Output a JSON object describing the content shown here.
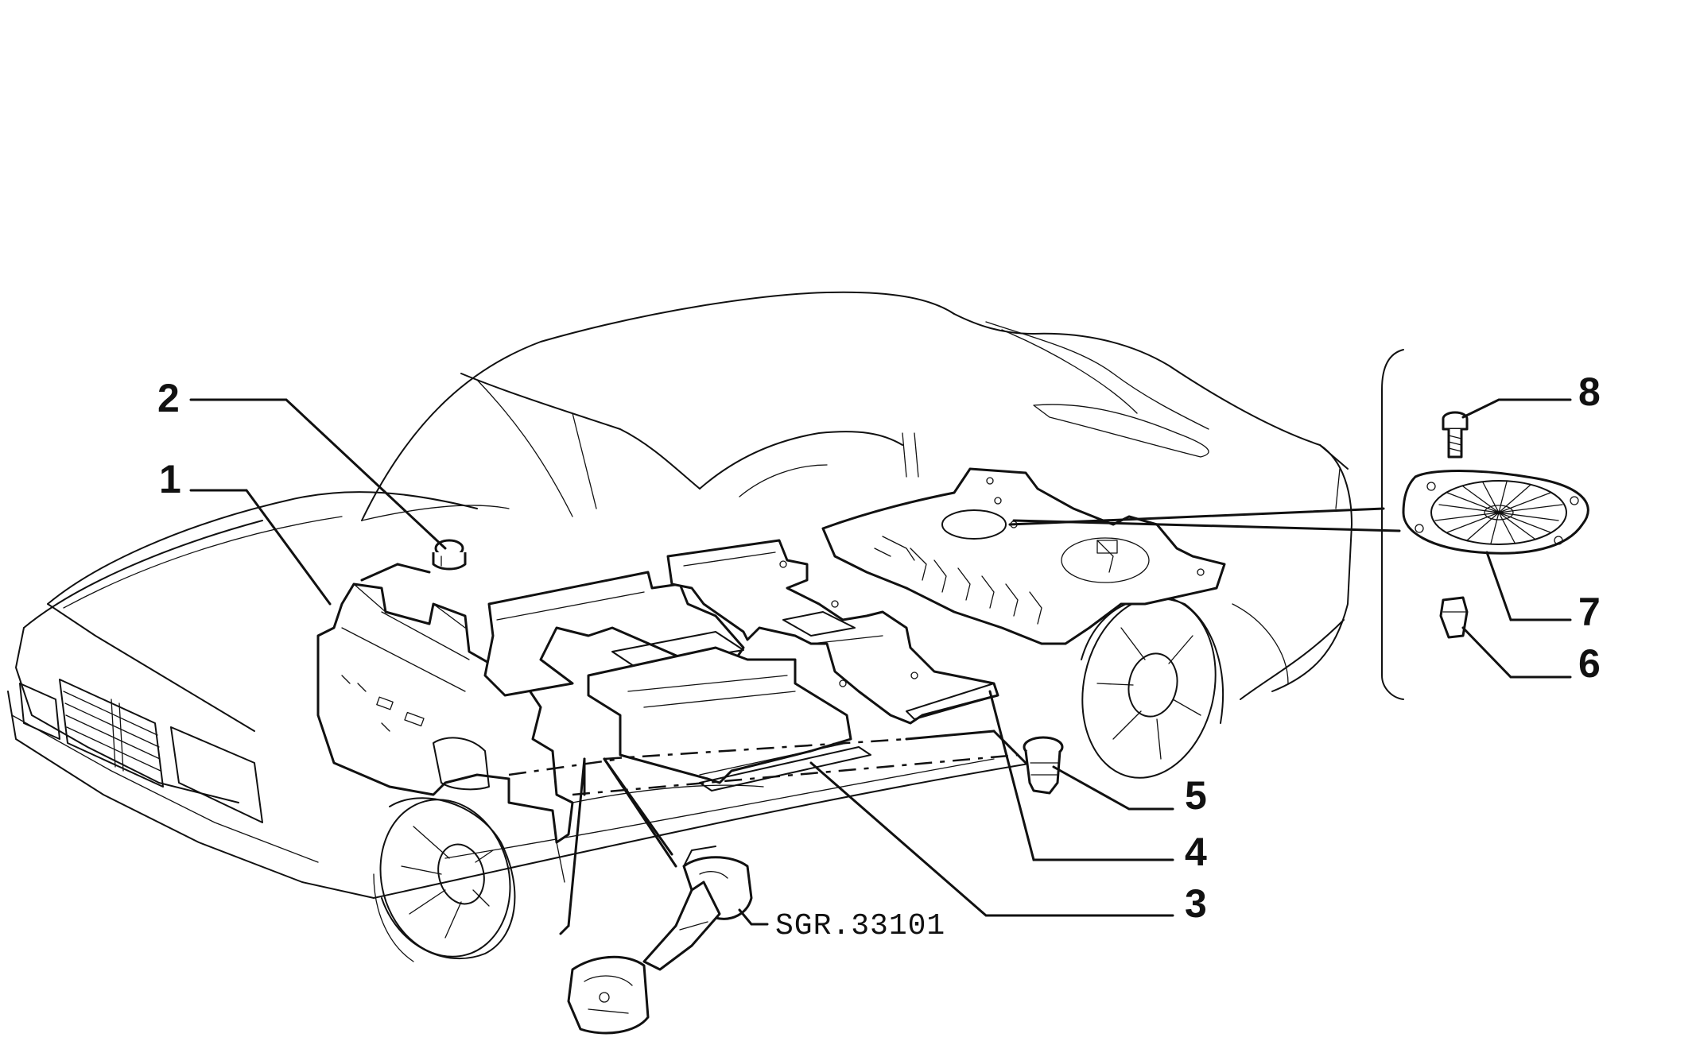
{
  "callouts": [
    {
      "id": "1",
      "label": "1"
    },
    {
      "id": "2",
      "label": "2"
    },
    {
      "id": "3",
      "label": "3"
    },
    {
      "id": "4",
      "label": "4"
    },
    {
      "id": "5",
      "label": "5"
    },
    {
      "id": "6",
      "label": "6"
    },
    {
      "id": "7",
      "label": "7"
    },
    {
      "id": "8",
      "label": "8"
    }
  ],
  "reference_code": "SGR.33101"
}
